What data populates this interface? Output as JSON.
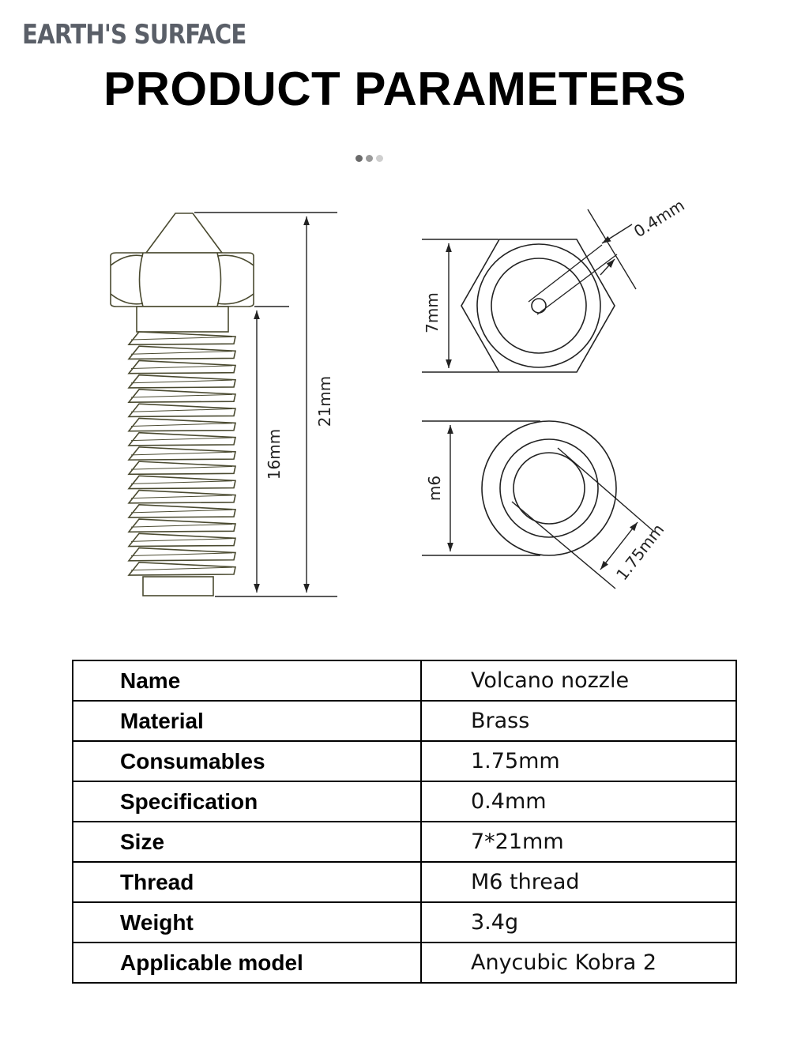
{
  "brand": "EARTH'S SURFACE",
  "title": "PRODUCT PARAMETERS",
  "dots": [
    "#6a6a6a",
    "#9a9a9a",
    "#cfcfcf"
  ],
  "dimensions": {
    "nozzle_width": "7mm",
    "nozzle_bore": "0.4mm",
    "thread_diameter": "m6",
    "filament_diameter": "1.75mm",
    "thread_length": "16mm",
    "total_length": "21mm"
  },
  "table": {
    "rows": [
      {
        "label": "Name",
        "value": "Volcano nozzle"
      },
      {
        "label": "Material",
        "value": "Brass"
      },
      {
        "label": "Consumables",
        "value": "1.75mm"
      },
      {
        "label": "Specification",
        "value": "0.4mm"
      },
      {
        "label": "Size",
        "value": "7*21mm"
      },
      {
        "label": "Thread",
        "value": "M6 thread"
      },
      {
        "label": "Weight",
        "value": "3.4g"
      },
      {
        "label": "Applicable model",
        "value": "Anycubic Kobra 2"
      }
    ]
  }
}
